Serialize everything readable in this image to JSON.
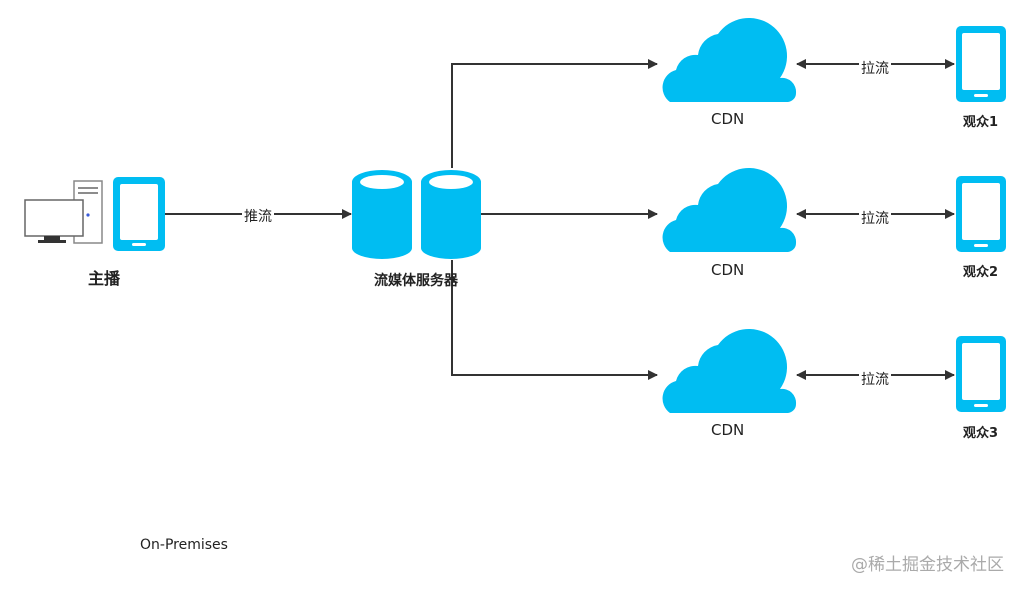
{
  "colors": {
    "accent": "#00bdf2",
    "line": "#333333"
  },
  "nodes": {
    "host_label": "主播",
    "server_label": "流媒体服务器",
    "cdn_labels": [
      "CDN",
      "CDN",
      "CDN"
    ],
    "viewer_labels": [
      "观众1",
      "观众2",
      "观众3"
    ]
  },
  "edges": {
    "push_label": "推流",
    "pull_labels": [
      "拉流",
      "拉流",
      "拉流"
    ]
  },
  "footer": {
    "caption": "On-Premises",
    "watermark": "@稀土掘金技术社区"
  },
  "icons": [
    "desktop-computer-icon",
    "smartphone-icon",
    "database-icon",
    "cloud-icon"
  ]
}
